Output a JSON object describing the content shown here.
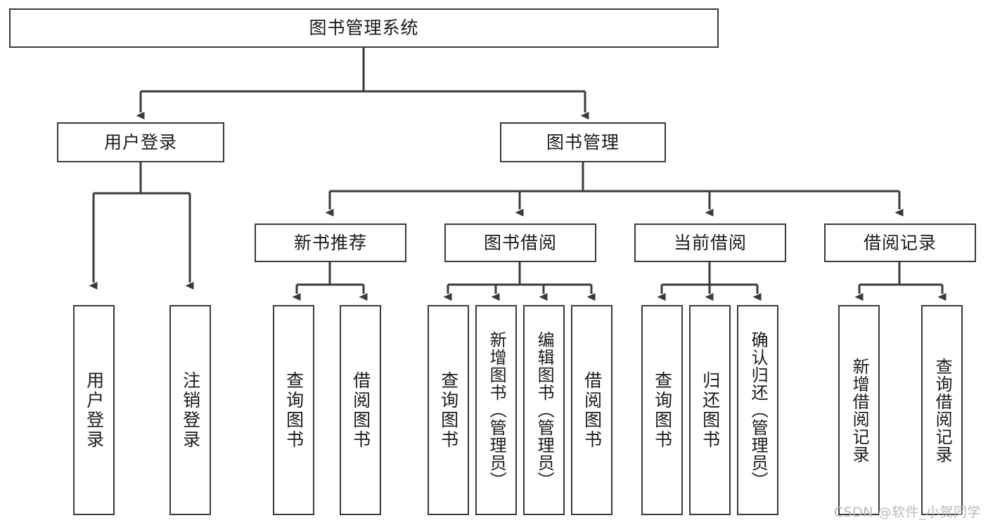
{
  "diagram": {
    "title": "图书管理系统",
    "watermark": "CSDN @软件_小贺同学",
    "colors": {
      "stroke": "#3a3a3a",
      "fill": "#ffffff",
      "text": "#1b1b1b",
      "watermark": "#b9b9b9"
    },
    "nodes": {
      "root": {
        "label": "图书管理系统",
        "level": 0
      },
      "user_login": {
        "label": "用户登录",
        "level": 1
      },
      "book_manage": {
        "label": "图书管理",
        "level": 1
      },
      "new_book_rec": {
        "label": "新书推荐",
        "level": 2
      },
      "book_borrow": {
        "label": "图书借阅",
        "level": 2
      },
      "current_borrow": {
        "label": "当前借阅",
        "level": 2
      },
      "borrow_record": {
        "label": "借阅记录",
        "level": 2
      },
      "leaf_user_login": {
        "label": "用户登录",
        "level": 3
      },
      "leaf_logout": {
        "label": "注销登录",
        "level": 3
      },
      "leaf_query_book_1": {
        "label": "查询图书",
        "level": 3
      },
      "leaf_borrow_book_1": {
        "label": "借阅图书",
        "level": 3
      },
      "leaf_query_book_2": {
        "label": "查询图书",
        "level": 3
      },
      "leaf_add_book": {
        "label": "新增图书（管理员）",
        "level": 3
      },
      "leaf_edit_book": {
        "label": "编辑图书（管理员）",
        "level": 3
      },
      "leaf_borrow_book_2": {
        "label": "借阅图书",
        "level": 3
      },
      "leaf_query_book_3": {
        "label": "查询图书",
        "level": 3
      },
      "leaf_return_book": {
        "label": "归还图书",
        "level": 3
      },
      "leaf_confirm_return": {
        "label": "确认归还（管理员）",
        "level": 3
      },
      "leaf_add_record": {
        "label": "新增借阅记录",
        "level": 3
      },
      "leaf_query_record": {
        "label": "查询借阅记录",
        "level": 3
      }
    },
    "edges": [
      {
        "from": "root",
        "to": "user_login"
      },
      {
        "from": "root",
        "to": "book_manage"
      },
      {
        "from": "user_login",
        "to": "leaf_user_login"
      },
      {
        "from": "user_login",
        "to": "leaf_logout"
      },
      {
        "from": "book_manage",
        "to": "new_book_rec"
      },
      {
        "from": "book_manage",
        "to": "book_borrow"
      },
      {
        "from": "book_manage",
        "to": "current_borrow"
      },
      {
        "from": "book_manage",
        "to": "borrow_record"
      },
      {
        "from": "new_book_rec",
        "to": "leaf_query_book_1"
      },
      {
        "from": "new_book_rec",
        "to": "leaf_borrow_book_1"
      },
      {
        "from": "book_borrow",
        "to": "leaf_query_book_2"
      },
      {
        "from": "book_borrow",
        "to": "leaf_add_book"
      },
      {
        "from": "book_borrow",
        "to": "leaf_edit_book"
      },
      {
        "from": "book_borrow",
        "to": "leaf_borrow_book_2"
      },
      {
        "from": "current_borrow",
        "to": "leaf_query_book_3"
      },
      {
        "from": "current_borrow",
        "to": "leaf_return_book"
      },
      {
        "from": "current_borrow",
        "to": "leaf_confirm_return"
      },
      {
        "from": "borrow_record",
        "to": "leaf_add_record"
      },
      {
        "from": "borrow_record",
        "to": "leaf_query_record"
      }
    ]
  }
}
